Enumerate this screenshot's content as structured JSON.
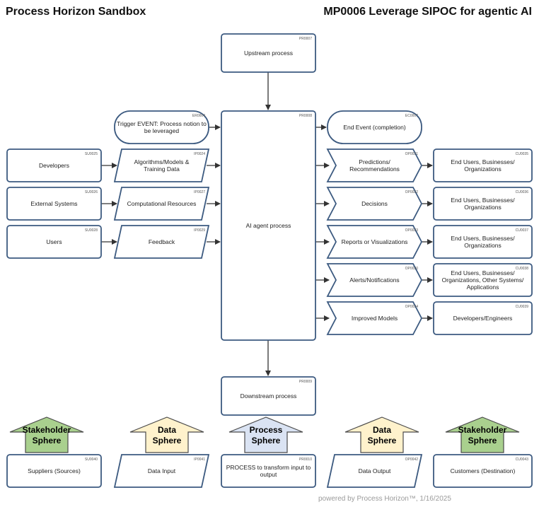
{
  "header": {
    "left_title": "Process Horizon Sandbox",
    "right_title": "MP0006 Leverage SIPOC for agentic AI"
  },
  "nodes": {
    "upstream": {
      "code": "PR0007",
      "label": [
        "Upstream process"
      ]
    },
    "trigger": {
      "code": "ER0004",
      "label": [
        "Trigger EVENT: Process notion to",
        "be leveraged"
      ]
    },
    "ai_agent": {
      "code": "PR0008",
      "label": [
        "AI agent process"
      ]
    },
    "end_event": {
      "code": "EC0007",
      "label": [
        "End Event (completion)"
      ]
    },
    "sup_developers": {
      "code": "SU0025",
      "label": [
        "Developers"
      ]
    },
    "sup_external": {
      "code": "SU0026",
      "label": [
        "External Systems"
      ]
    },
    "sup_users": {
      "code": "SU0028",
      "label": [
        "Users"
      ]
    },
    "in_algorithms": {
      "code": "IP0024",
      "label": [
        "Algorithms/Models &",
        "Training Data"
      ]
    },
    "in_compute": {
      "code": "IP0027",
      "label": [
        "Computational Resources"
      ]
    },
    "in_feedback": {
      "code": "IP0029",
      "label": [
        "Feedback"
      ]
    },
    "out_predictions": {
      "code": "OP0031",
      "label": [
        "Predictions/",
        "Recommendations"
      ]
    },
    "out_decisions": {
      "code": "OP0032",
      "label": [
        "Decisions"
      ]
    },
    "out_reports": {
      "code": "OP0033",
      "label": [
        "Reports or Visualizations"
      ]
    },
    "out_alerts": {
      "code": "OP0030",
      "label": [
        "Alerts/Notifications"
      ]
    },
    "out_models": {
      "code": "OP0034",
      "label": [
        "Improved Models"
      ]
    },
    "cu_1": {
      "code": "CU0035",
      "label": [
        "End Users, Businesses/",
        "Organizations"
      ]
    },
    "cu_2": {
      "code": "CU0036",
      "label": [
        "End Users, Businesses/",
        "Organizations"
      ]
    },
    "cu_3": {
      "code": "CU0037",
      "label": [
        "End Users, Businesses/",
        "Organizations"
      ]
    },
    "cu_4": {
      "code": "CU0038",
      "label": [
        "End Users, Businesses/",
        "Organizations, Other Systems/",
        "Applications"
      ]
    },
    "cu_5": {
      "code": "CU0039",
      "label": [
        "Developers/Engineers"
      ]
    },
    "downstream": {
      "code": "PR0009",
      "label": [
        "Downstream process"
      ]
    },
    "leg_suppliers": {
      "code": "SU0040",
      "label": [
        "Suppliers (Sources)"
      ]
    },
    "leg_input": {
      "code": "IP0041",
      "label": [
        "Data Input"
      ]
    },
    "leg_process": {
      "code": "PR0010",
      "label": [
        "PROCESS to transform input to",
        "output"
      ]
    },
    "leg_output": {
      "code": "OP0042",
      "label": [
        "Data Output"
      ]
    },
    "leg_customers": {
      "code": "CU0043",
      "label": [
        "Customers (Destination)"
      ]
    }
  },
  "spheres": [
    {
      "id": "stakeholder-left",
      "lines": [
        "Stakeholder",
        "Sphere"
      ],
      "color": "#a9d08e"
    },
    {
      "id": "data-left",
      "lines": [
        "Data",
        "Sphere"
      ],
      "color": "#fff2cc"
    },
    {
      "id": "process",
      "lines": [
        "Process",
        "Sphere"
      ],
      "color": "#dae3f3"
    },
    {
      "id": "data-right",
      "lines": [
        "Data",
        "Sphere"
      ],
      "color": "#fff2cc"
    },
    {
      "id": "stakeholder-right",
      "lines": [
        "Stakeholder",
        "Sphere"
      ],
      "color": "#a9d08e"
    }
  ],
  "colors": {
    "stroke": "#3c5a80",
    "text": "#222222"
  },
  "footer": "powered by Process Horizon™, 1/16/2025"
}
